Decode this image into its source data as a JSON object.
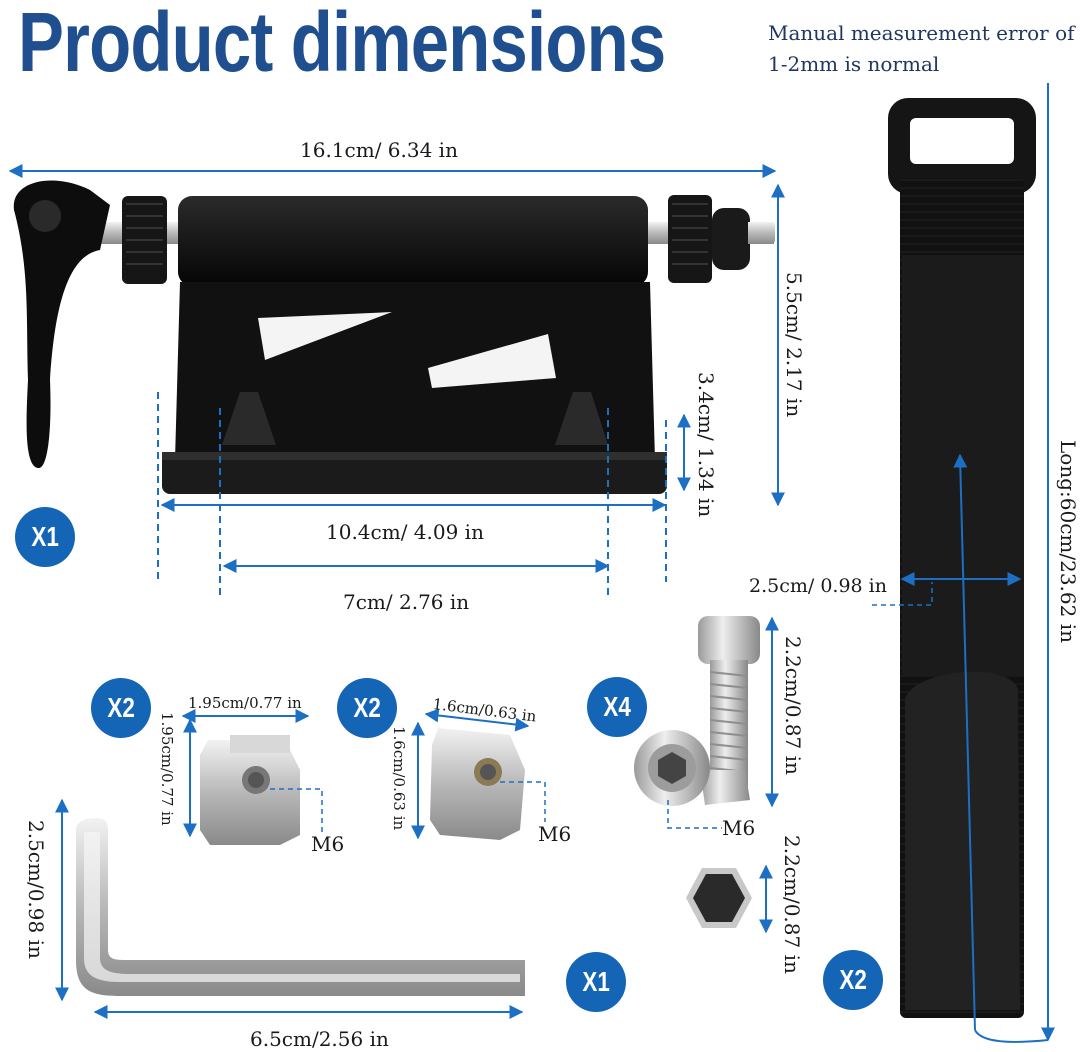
{
  "title": "Product dimensions",
  "note": "Manual measurement error of 1-2mm is normal",
  "colors": {
    "accent": "#1565b7",
    "title": "#1f4f8e",
    "dimension_line": "#1d6fc4"
  },
  "rack": {
    "badge": "X1",
    "total_width": "16.1cm/ 6.34 in",
    "height": "5.5cm/ 2.17 in",
    "base_height": "3.4cm/ 1.34 in",
    "base_width": "10.4cm/ 4.09 in",
    "hole_spacing": "7cm/ 2.76 in"
  },
  "strap": {
    "badge": "X2",
    "length": "Long:60cm/23.62 in",
    "width": "2.5cm/ 0.98 in"
  },
  "t_nut_large": {
    "badge": "X2",
    "width": "1.95cm/0.77 in",
    "height": "1.95cm/0.77 in",
    "thread": "M6"
  },
  "t_nut_small": {
    "badge": "X2",
    "width": "1.6cm/0.63 in",
    "height": "1.6cm/0.63 in",
    "thread": "M6"
  },
  "bolt": {
    "badge": "X4",
    "length": "2.2cm/0.87 in",
    "thread": "M6"
  },
  "hex_key_tip": {
    "size": "2.2cm/0.87 in"
  },
  "hex_key": {
    "badge": "X1",
    "height": "2.5cm/0.98 in",
    "length": "6.5cm/2.56 in"
  }
}
